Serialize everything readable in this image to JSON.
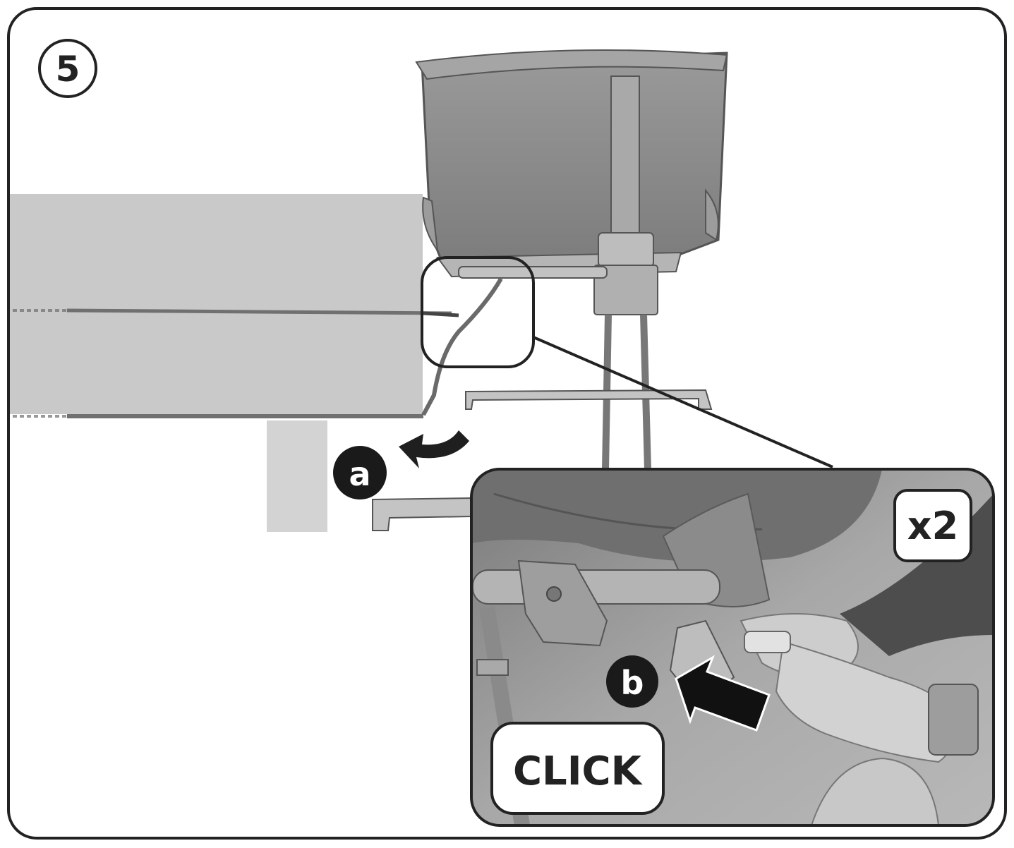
{
  "step": {
    "number": "5"
  },
  "callouts": {
    "a": "a",
    "b": "b"
  },
  "badges": {
    "repeat": "x2",
    "click": "CLICK"
  },
  "colors": {
    "frame": "#222222",
    "bed_panel": "#c9c9c9",
    "bed_leg": "#d3d3d3",
    "bassinet_fabric": "#8e8e8e",
    "bassinet_dark": "#6e6e6e",
    "metal": "#b8b8b8",
    "strap": "#6a6a6a",
    "inset_bg": "#9a9a9a",
    "callout_fill": "#1a1a1a",
    "callout_text": "#ffffff"
  },
  "icons": {
    "rotate_arrow": "curved-arrow-left-icon",
    "push_arrow": "push-arrow-icon",
    "zoom_circle": "magnify-circle-icon"
  }
}
